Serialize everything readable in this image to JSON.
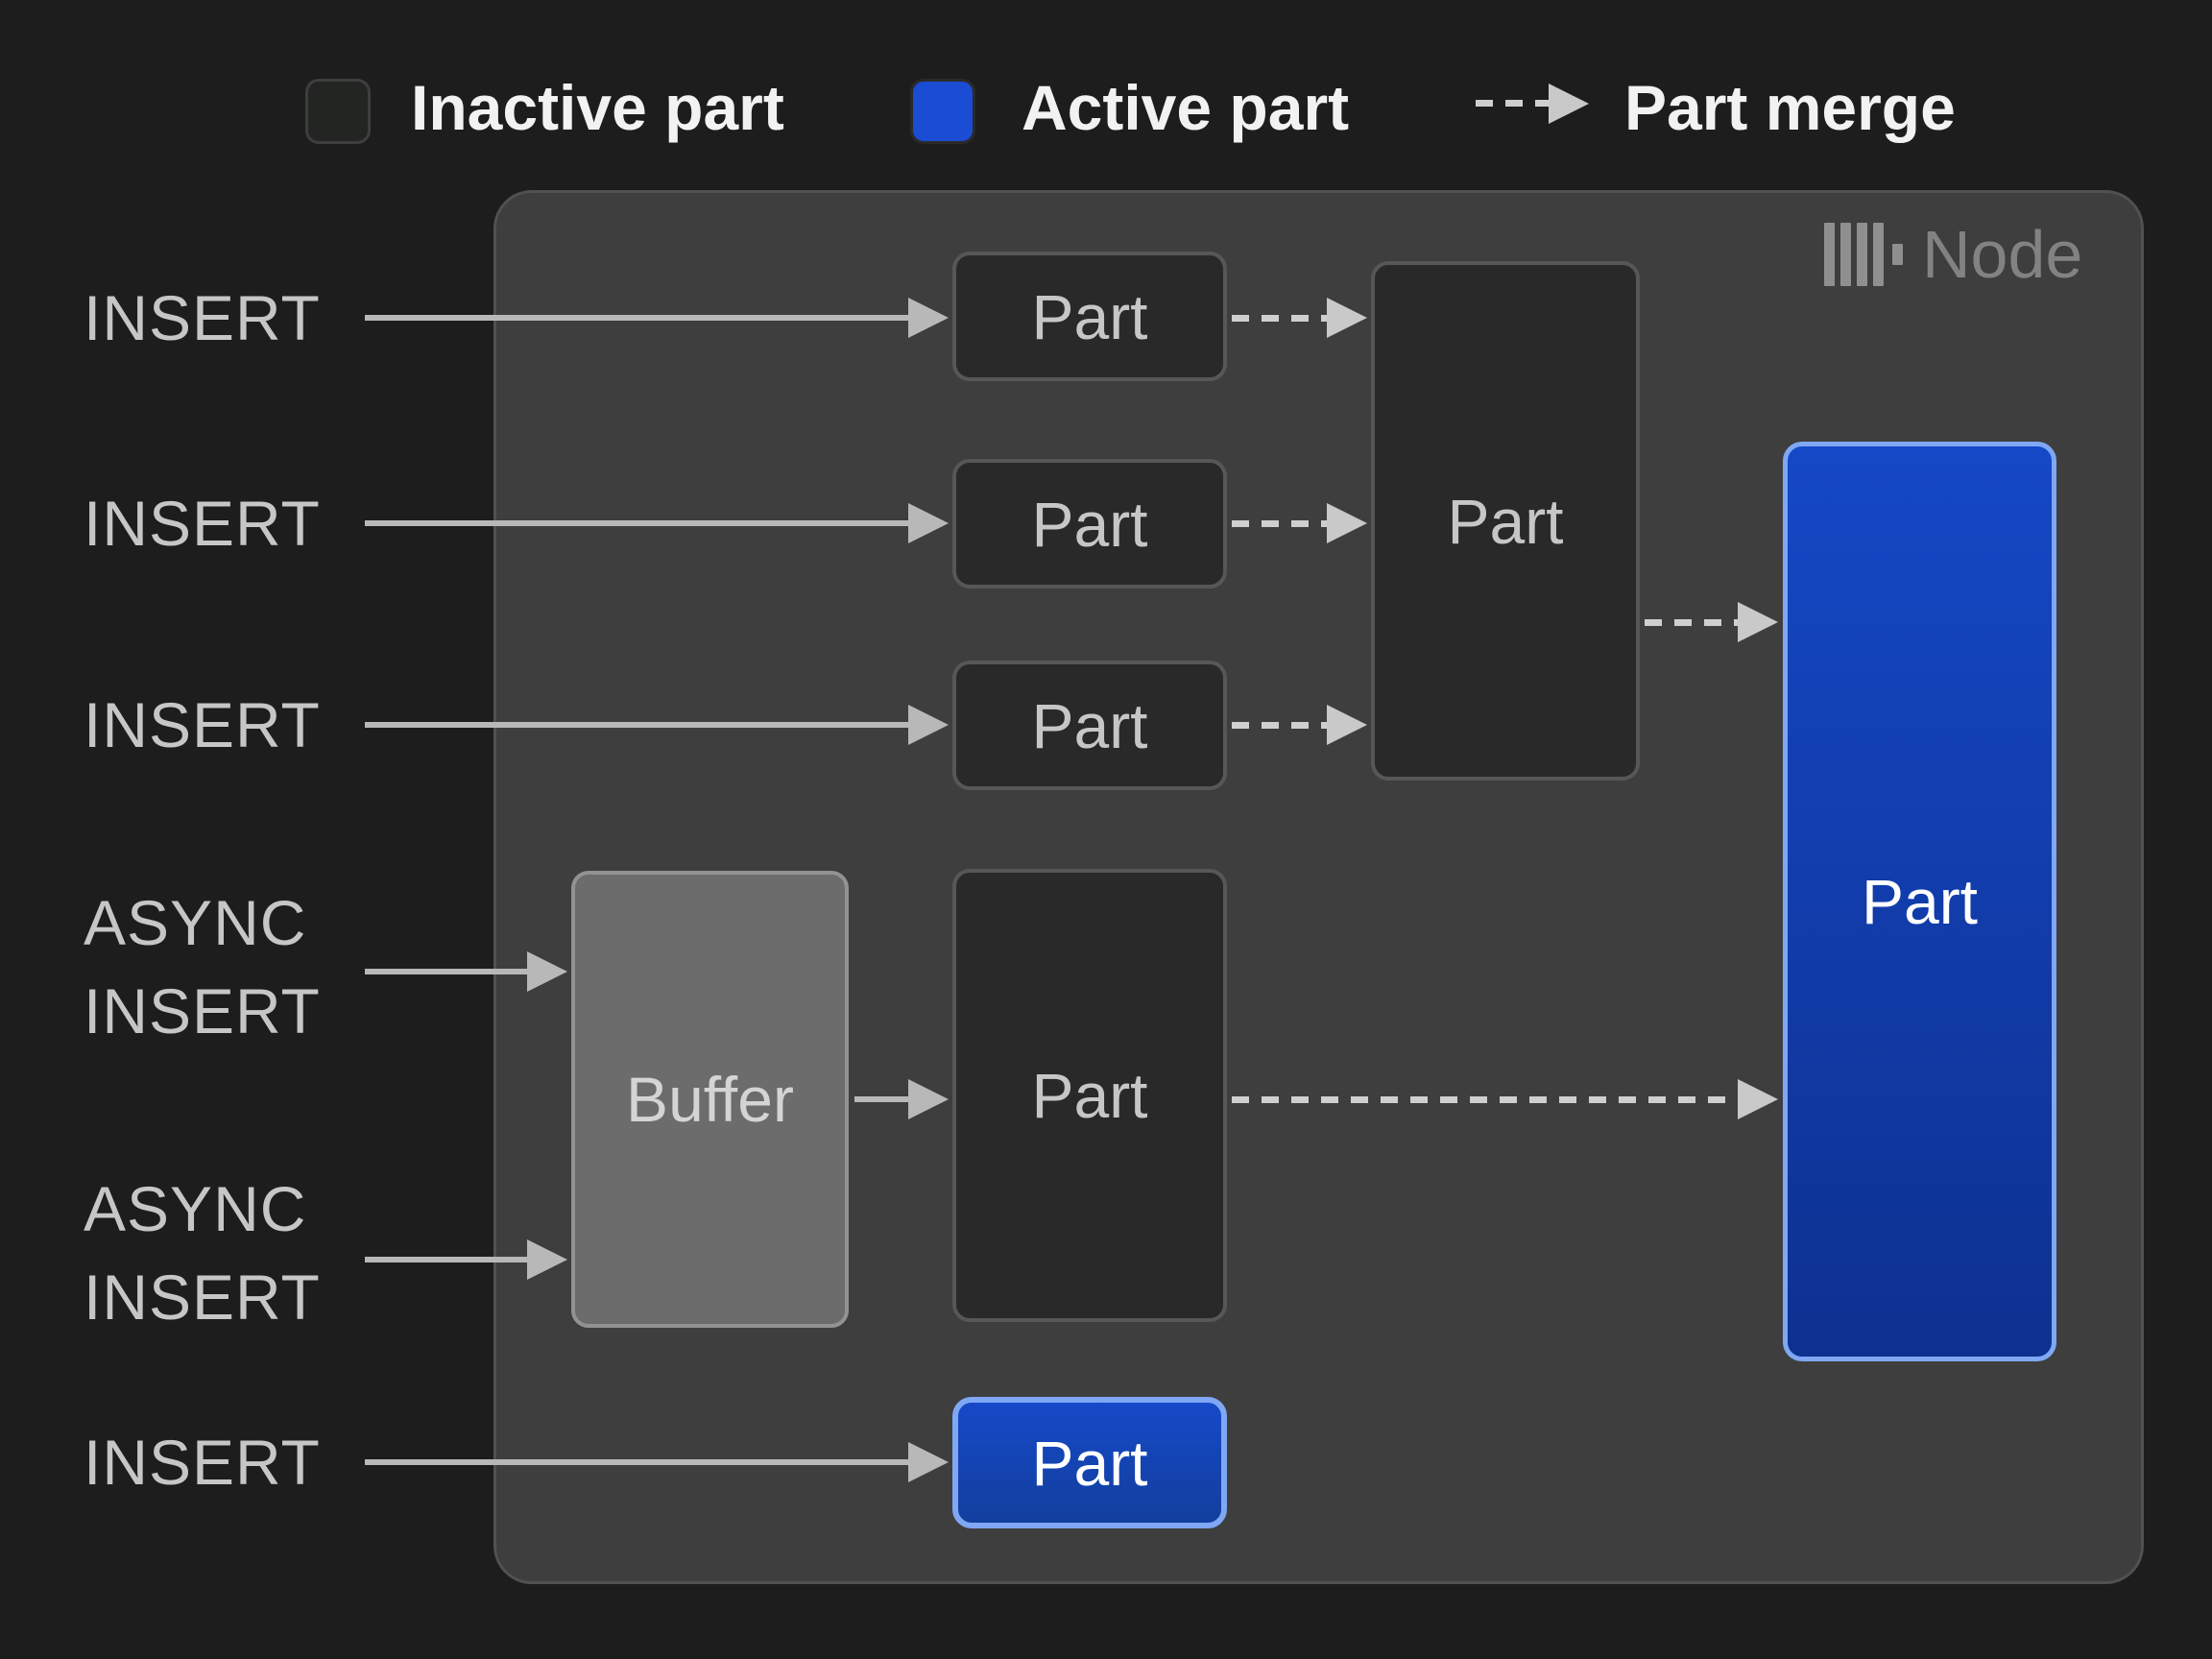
{
  "legend": {
    "inactive_label": "Inactive part",
    "active_label": "Active part",
    "merge_label": "Part merge"
  },
  "node": {
    "title": "Node",
    "logo": "clickhouse-bars-icon"
  },
  "inputs": {
    "insert_1": "INSERT",
    "insert_2": "INSERT",
    "insert_3": "INSERT",
    "async_1_line1": "ASYNC",
    "async_1_line2": "INSERT",
    "async_2_line1": "ASYNC",
    "async_2_line2": "INSERT",
    "insert_4": "INSERT"
  },
  "boxes": {
    "part_1": "Part",
    "part_2": "Part",
    "part_3": "Part",
    "merged_part": "Part",
    "buffer": "Buffer",
    "buffered_part": "Part",
    "active_part_large": "Part",
    "active_part_small": "Part"
  },
  "colors": {
    "background": "#1d1d1d",
    "node_fill": "#3e3e3e",
    "inactive_fill": "#292929",
    "inactive_border": "#575757",
    "buffer_fill": "#6c6c6c",
    "active_blue": "#1a4cd4",
    "active_border": "#7fa7f4",
    "arrow_solid": "#b8b8b8",
    "arrow_dashed": "#c9c9c9"
  }
}
